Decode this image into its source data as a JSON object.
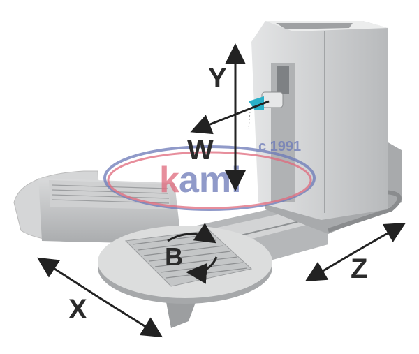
{
  "axes": {
    "x": "X",
    "y": "Y",
    "z": "Z",
    "w": "W",
    "b": "B"
  },
  "watermark": {
    "brand": "kami",
    "since": "c 1991"
  },
  "colors": {
    "machine": "#c9cbcd",
    "machine_dark": "#9a9da0",
    "arrow": "#222222",
    "watermark_blue": "#6b79b8",
    "watermark_red": "#e0697c",
    "tool": "#2ab0c8"
  }
}
